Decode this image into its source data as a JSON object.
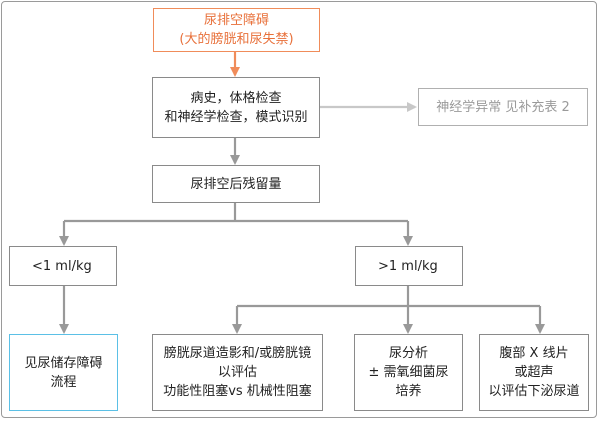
{
  "colors": {
    "accent_orange": "#f08c5a",
    "accent_blue": "#5bc0e6",
    "arrow_grey": "#999999",
    "border_grey": "#8a8a8a"
  },
  "nodes": {
    "start": {
      "line1": "尿排空障碍",
      "line2": "(大的膀胱和尿失禁)"
    },
    "history": {
      "line1": "病史，体格检查",
      "line2": "和神经学检查，模式识别"
    },
    "neuro": {
      "label": "神经学异常 见补充表 2"
    },
    "residual": {
      "label": "尿排空后残留量"
    },
    "low": {
      "label": "<1 ml/kg"
    },
    "high": {
      "label": ">1 ml/kg"
    },
    "storage": {
      "line1": "见尿储存障碍",
      "line2": "流程"
    },
    "cysto": {
      "line1": "膀胱尿道造影和/或膀胱镜",
      "line2": "以评估",
      "line3": "功能性阻塞vs 机械性阻塞"
    },
    "urinalysis": {
      "line1": "尿分析",
      "line2": "± 需氧细菌尿",
      "line3": "培养"
    },
    "xray": {
      "line1": "腹部 X 线片",
      "line2": "或超声",
      "line3": "以评估下泌尿道"
    }
  }
}
